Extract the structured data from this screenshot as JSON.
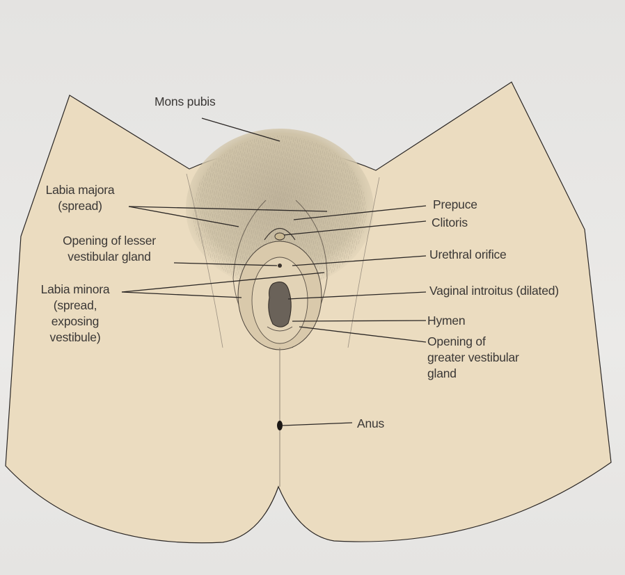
{
  "colors": {
    "skin": "#ebdcc0",
    "line": "#2a2624",
    "label_text": "#3a3735",
    "background": "#e6e5e3"
  },
  "labels": {
    "mons_pubis": "Mons pubis",
    "labia_majora": "Labia majora\n(spread)",
    "lesser_gland": "Opening of lesser\nvestibular gland",
    "labia_minora": "Labia minora\n(spread,\nexposing\nvestibule)",
    "prepuce": "Prepuce",
    "clitoris": "Clitoris",
    "urethral_orifice": "Urethral orifice",
    "vaginal_introitus": "Vaginal introitus (dilated)",
    "hymen": "Hymen",
    "greater_gland": "Opening of\ngreater vestibular\ngland",
    "anus": "Anus"
  }
}
